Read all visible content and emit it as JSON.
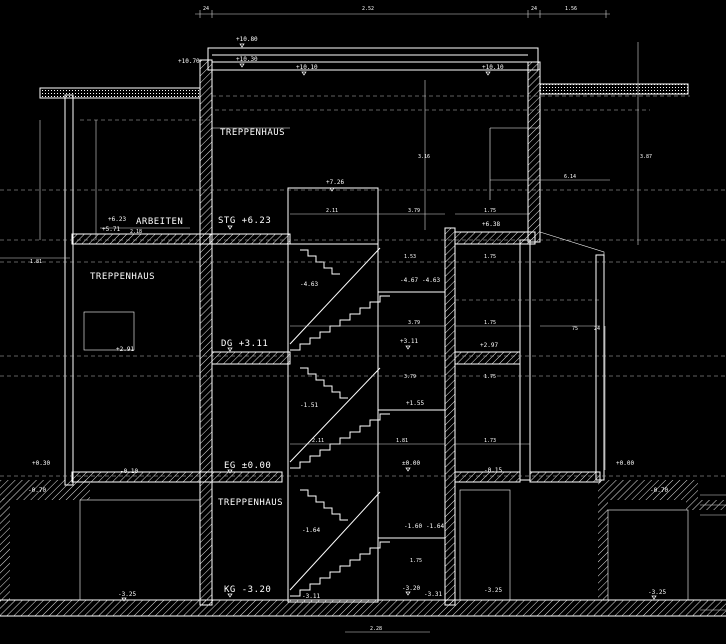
{
  "drawing": {
    "colors": {
      "background": "#000000",
      "line": "#ffffff",
      "dim": "#cfcfcf"
    },
    "rooms": {
      "treppenhaus_top": "TREPPENHAUS",
      "treppenhaus_left": "TREPPENHAUS",
      "treppenhaus_bottom": "TREPPENHAUS",
      "arbeiten": "ARBEITEN"
    },
    "floors": {
      "stg": "STG +6.23",
      "dg": "DG +3.11",
      "eg": "EG ±0.00",
      "kg": "KG -3.20"
    },
    "levels": {
      "top_1080": "+10.80",
      "top_1030": "+10.30",
      "top_1010_a": "+10.10",
      "top_1010_b": "+10.10",
      "left_1070": "+10.70",
      "mid_726": "+7.26",
      "left_623": "+6.23",
      "right_638": "+6.38",
      "left_571": "+5.71",
      "left_291": "+2.91",
      "right_297": "+2.97",
      "mid_463": "-4.63",
      "mid_467": "-4.67",
      "mid_463b": "-4.63",
      "mid_311": "+3.11",
      "mid_155": "+1.55",
      "mid_151": "-1.51",
      "left_030": "+0.30",
      "left_010": "-0.10",
      "mid_000": "±0.00",
      "right_015": "-0.15",
      "right_000": "+0.00",
      "left_070": "-0.70",
      "right_070": "-0.70",
      "mid_160": "-1.60",
      "mid_164": "-1.64",
      "left_164": "-1.64",
      "bot_320": "-3.20",
      "bot_331": "-3.31",
      "left_325": "-3.25",
      "right_325": "-3.25",
      "mid_311b": "-3.11",
      "right_325b": "-3.25"
    },
    "dims": {
      "top_24a": "24",
      "top_2525": "2.52",
      "top_24b": "24",
      "top_156": "1.56",
      "d211a": "2.11",
      "d379a": "3.79",
      "d175a": "1.75",
      "d153": "1.53",
      "d175b": "1.75",
      "d379b": "3.79",
      "d175c": "1.75",
      "d75": "75",
      "d24r": "24",
      "d379c": "3.79",
      "d175d": "1.75",
      "d211b": "2.11",
      "d181": "1.81",
      "d173": "1.73",
      "d175e": "1.75",
      "d228": "2.28",
      "d316": "3.16",
      "d387": "3.87",
      "d614": "6.14",
      "d181l": "1.81",
      "d218": "2.18"
    }
  }
}
